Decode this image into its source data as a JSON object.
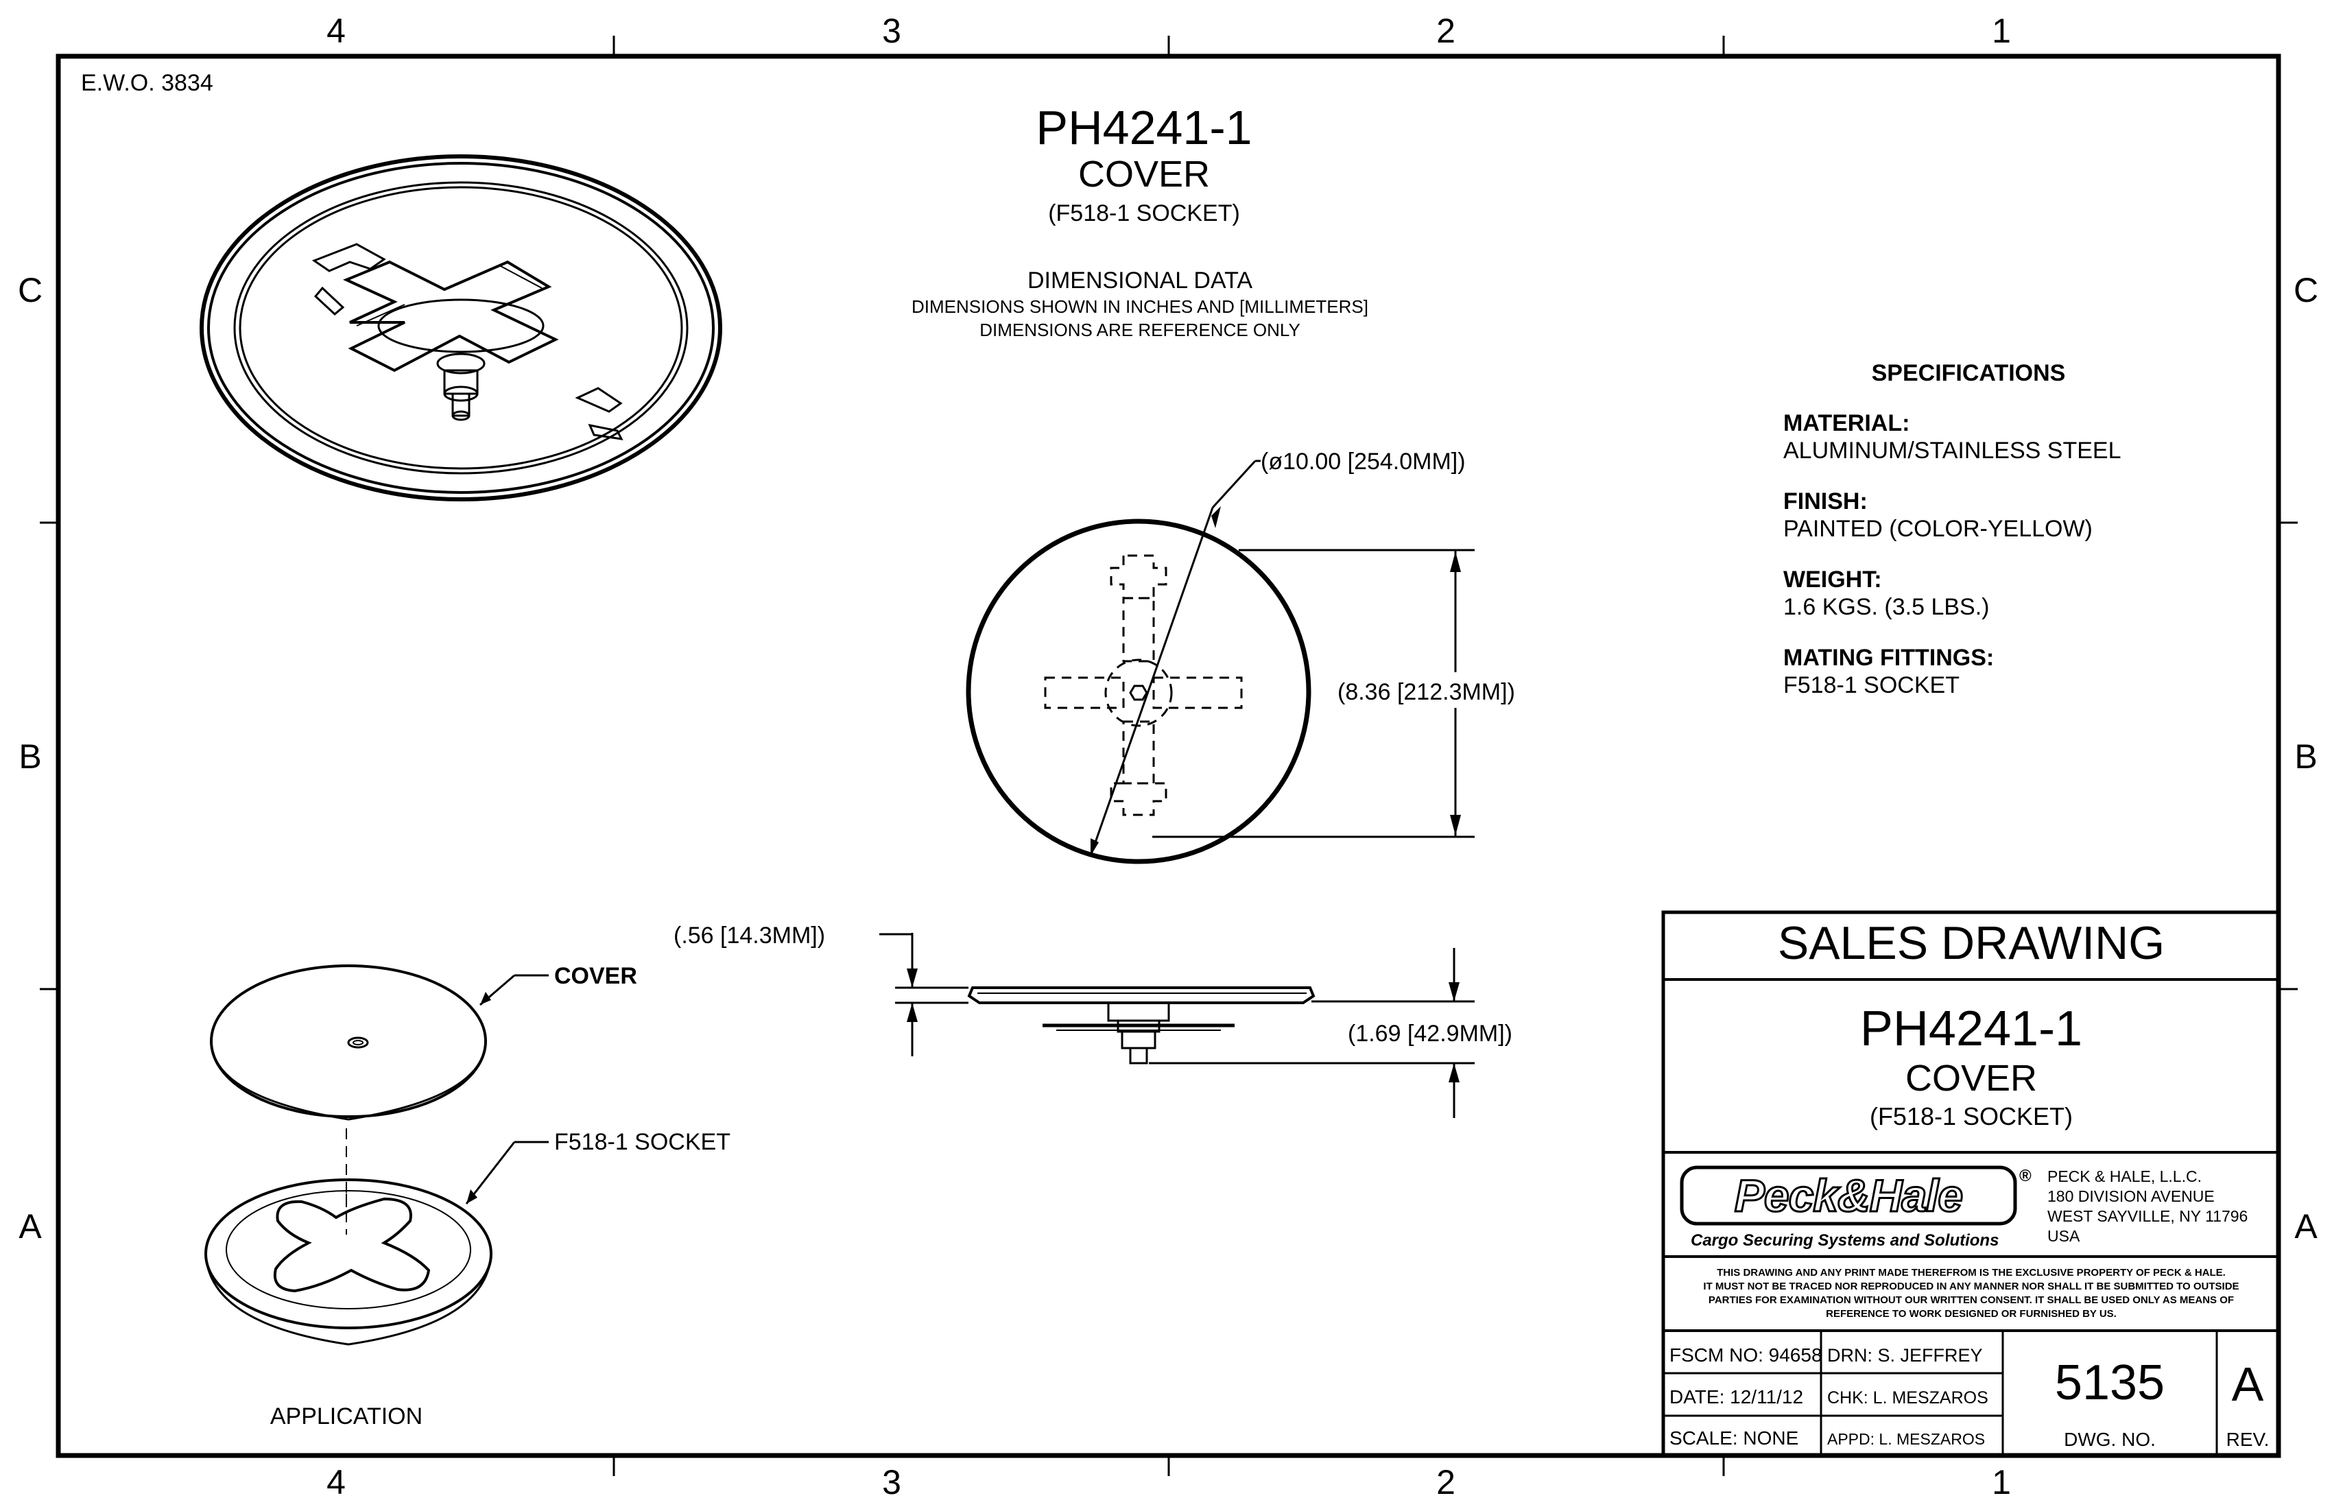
{
  "zones": {
    "columns": [
      "4",
      "3",
      "2",
      "1"
    ],
    "rows": [
      "C",
      "B",
      "A"
    ]
  },
  "ewo": "E.W.O. 3834",
  "header": {
    "part_number": "PH4241-1",
    "part_name": "COVER",
    "subtitle": "(F518-1 SOCKET)"
  },
  "dimensional_data": {
    "title": "DIMENSIONAL DATA",
    "line1": "DIMENSIONS SHOWN IN INCHES AND [MILLIMETERS]",
    "line2": "DIMENSIONS ARE REFERENCE ONLY"
  },
  "dimensions": {
    "diameter": "(ø10.00 [254.0MM])",
    "slot_length": "(8.36 [212.3MM])",
    "plate_thickness": "(.56 [14.3MM])",
    "overall_height": "(1.69 [42.9MM])"
  },
  "specifications": {
    "title": "SPECIFICATIONS",
    "items": [
      {
        "label": "MATERIAL:",
        "value": "ALUMINUM/STAINLESS STEEL"
      },
      {
        "label": "FINISH:",
        "value": "PAINTED (COLOR-YELLOW)"
      },
      {
        "label": "WEIGHT:",
        "value": "1.6 KGS. (3.5 LBS.)"
      },
      {
        "label": "MATING FITTINGS:",
        "value": "F518-1 SOCKET"
      }
    ]
  },
  "application": {
    "cover_label": "COVER",
    "socket_label": "F518-1 SOCKET",
    "caption": "APPLICATION"
  },
  "title_block": {
    "drawing_type": "SALES DRAWING",
    "part_number": "PH4241-1",
    "part_name": "COVER",
    "subtitle": "(F518-1 SOCKET)",
    "logo_text": "Peck&Hale",
    "logo_mark": "®",
    "tagline": "Cargo Securing Systems and Solutions",
    "company": [
      "PECK & HALE, L.L.C.",
      "180 DIVISION AVENUE",
      "WEST SAYVILLE, NY 11796",
      "USA"
    ],
    "notice": [
      "THIS DRAWING AND ANY PRINT MADE THEREFROM IS THE EXCLUSIVE PROPERTY OF PECK & HALE.",
      "IT MUST NOT BE TRACED NOR REPRODUCED IN ANY MANNER NOR SHALL IT BE SUBMITTED TO OUTSIDE",
      "PARTIES FOR EXAMINATION WITHOUT OUR WRITTEN CONSENT.  IT SHALL BE USED ONLY AS MEANS OF",
      "REFERENCE TO WORK DESIGNED OR FURNISHED BY US."
    ],
    "fscm": "FSCM NO: 94658",
    "date": "DATE: 12/11/12",
    "scale": "SCALE: NONE",
    "drawn": "DRN: S. JEFFREY",
    "checked": "CHK: L. MESZAROS",
    "approved": "APPD: L. MESZAROS",
    "dwg_no": "5135",
    "dwg_no_label": "DWG. NO.",
    "rev": "A",
    "rev_label": "REV."
  }
}
